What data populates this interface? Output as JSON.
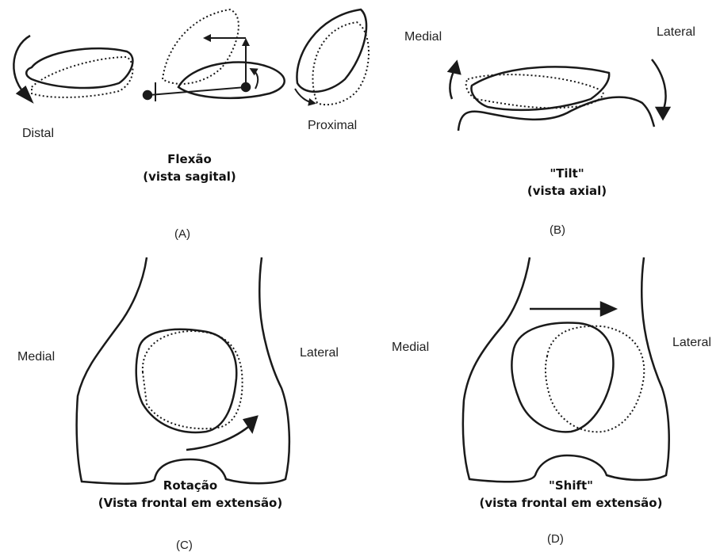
{
  "panel_a": {
    "label_distal": "Distal",
    "label_proximal": "Proximal",
    "caption_line1": "Flexão",
    "caption_line2": "(vista sagital)",
    "panel_id": "(A)"
  },
  "panel_b": {
    "label_medial": "Medial",
    "label_lateral": "Lateral",
    "caption_line1": "\"Tilt\"",
    "caption_line2": "(vista axial)",
    "panel_id": "(B)"
  },
  "panel_c": {
    "label_medial": "Medial",
    "label_lateral": "Lateral",
    "caption_line1": "Rotação",
    "caption_line2": "(Vista frontal em extensão)",
    "panel_id": "(C)"
  },
  "panel_d": {
    "label_medial": "Medial",
    "label_lateral": "Lateral",
    "caption_line1": "\"Shift\"",
    "caption_line2": "(vista frontal em extensão)",
    "panel_id": "(D)"
  },
  "colors": {
    "stroke": "#1a1a1a",
    "background": "#ffffff"
  }
}
